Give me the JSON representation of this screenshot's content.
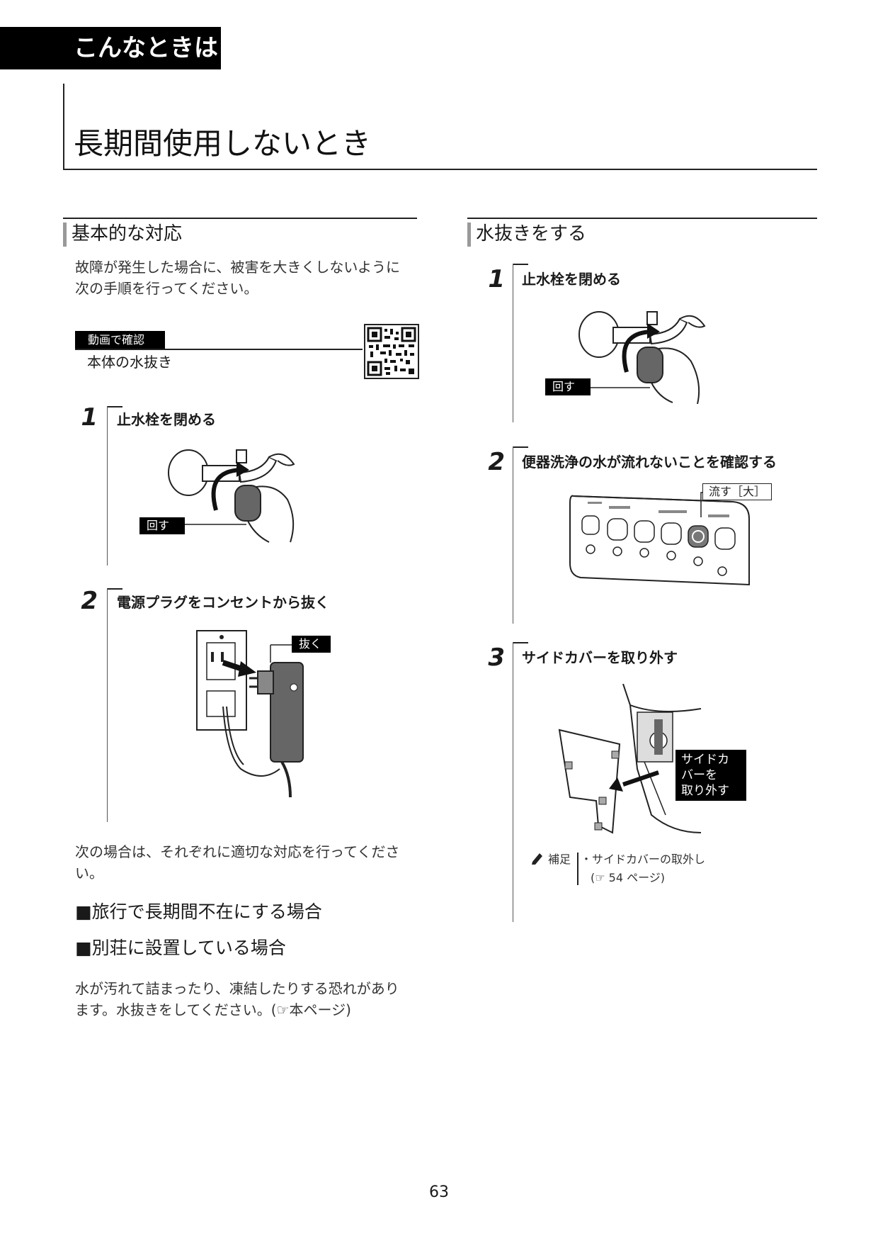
{
  "header": {
    "tab": "こんなときは"
  },
  "page_title": "長期間使用しないとき",
  "left": {
    "section_title": "基本的な対応",
    "intro": [
      "故障が発生した場合に、被害を大きくしないように",
      "次の手順を行ってください。"
    ],
    "video": {
      "badge": "動画で確認",
      "label": "本体の水抜き"
    },
    "steps": [
      {
        "num": "1",
        "text": "止水栓を閉める",
        "label": "回す"
      },
      {
        "num": "2",
        "text": "電源プラグをコンセントから抜く",
        "label": "抜く"
      }
    ],
    "after_text": [
      "次の場合は、それぞれに適切な対応を行ってくださ",
      "い。"
    ],
    "cases": [
      "■旅行で長期間不在にする場合",
      "■別荘に設置している場合"
    ],
    "closing": [
      "水が汚れて詰まったり、凍結したりする恐れがあり",
      "ます。水抜きをしてください。(☞本ページ)"
    ]
  },
  "right": {
    "section_title": "水抜きをする",
    "steps": [
      {
        "num": "1",
        "text": "止水栓を閉める",
        "label": "回す"
      },
      {
        "num": "2",
        "text": "便器洗浄の水が流れないことを確認する",
        "label": "流す［大］"
      },
      {
        "num": "3",
        "text": "サイドカバーを取り外す",
        "label": [
          "サイドカバーを",
          "取り外す"
        ]
      }
    ],
    "note": {
      "icon_label": "補足",
      "lines": [
        "・サイドカバーの取外し",
        "(☞ 54 ページ)"
      ]
    }
  },
  "page_number": "63"
}
